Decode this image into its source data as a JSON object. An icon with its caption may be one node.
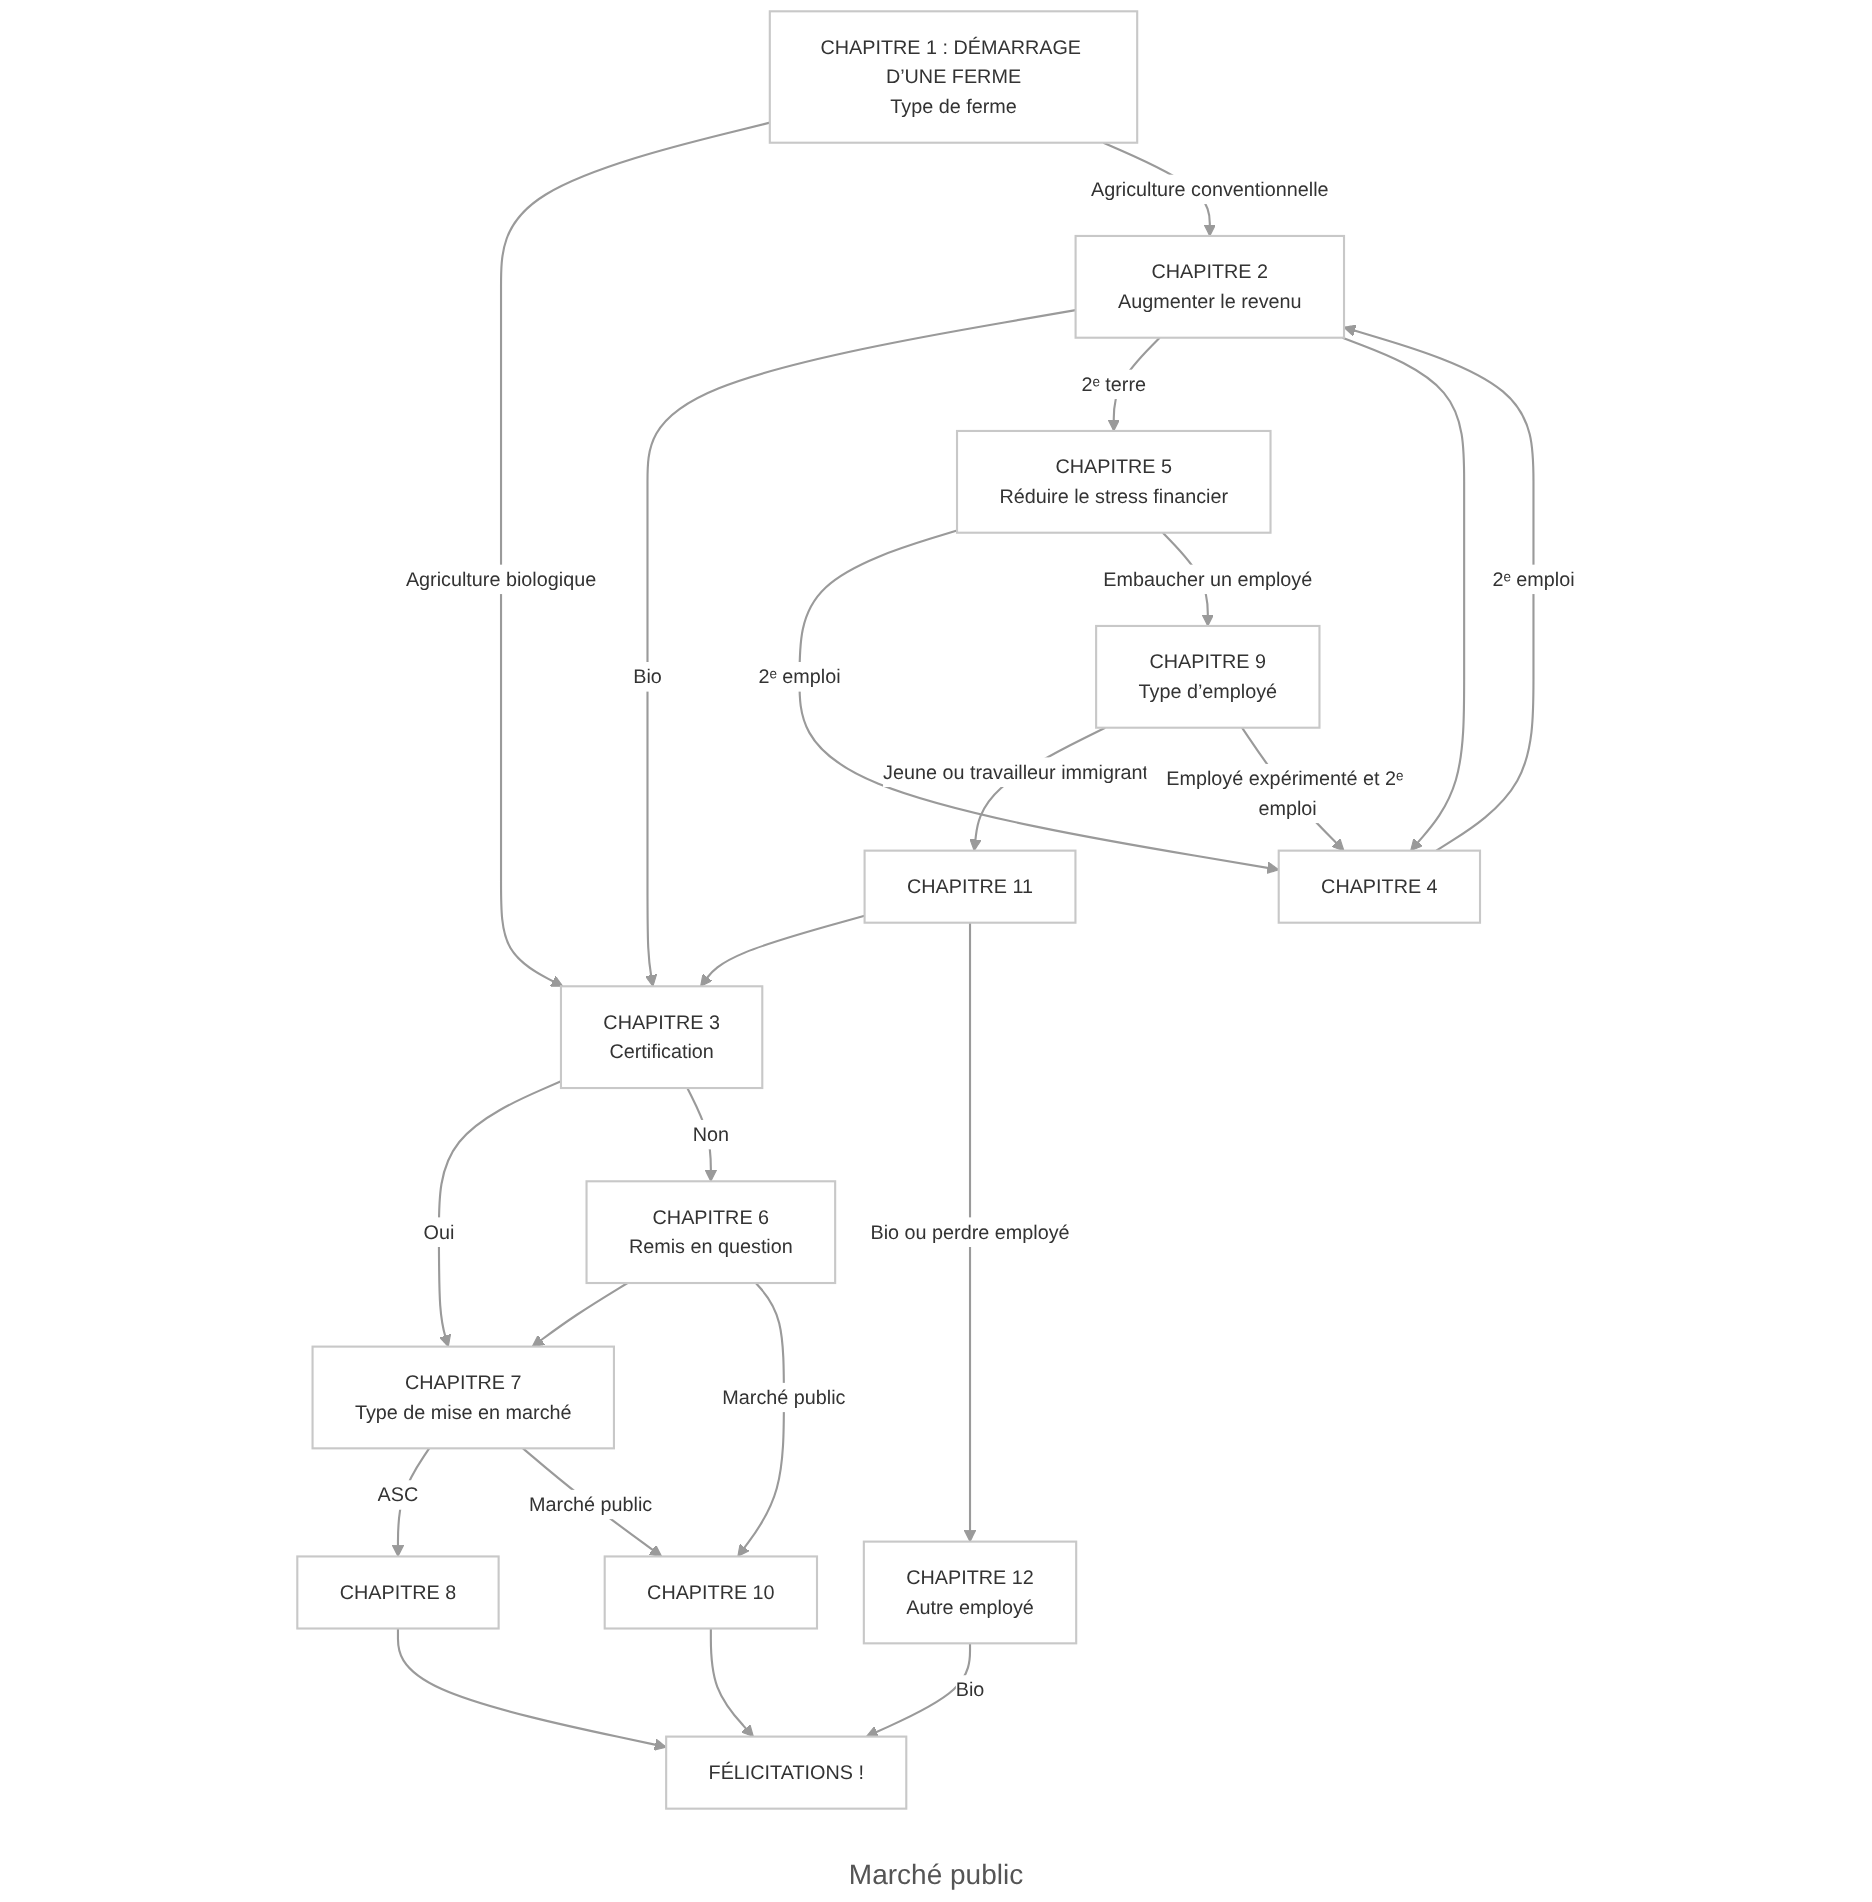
{
  "diagram": {
    "nodes": [
      {
        "text": [
          "CHAPITRE 1 : DÉMARRAGE D’UNE FERME",
          "Type de ferme"
        ]
      },
      {
        "text": [
          "CHAPITRE 3",
          "Certification"
        ]
      },
      {
        "text": [
          "CHAPITRE 7",
          "Type de mise en marché"
        ]
      },
      {
        "text": [
          "CHAPITRE 6",
          "Remis en question"
        ]
      },
      {
        "text": [
          "CHAPITRE 8"
        ]
      },
      {
        "text": [
          "CHAPITRE 10"
        ]
      },
      {
        "text": [
          "CHAPITRE 2",
          "Augmenter le revenu"
        ]
      },
      {
        "text": [
          "FÉLICITATIONS !"
        ]
      },
      {
        "text": [
          "CHAPITRE 5",
          "Réduire le stress financier"
        ]
      },
      {
        "text": [
          "CHAPITRE 4"
        ]
      },
      {
        "text": [
          "CHAPITRE 11"
        ]
      },
      {
        "text": [
          "CHAPITRE 9",
          "Type d’employé"
        ]
      },
      {
        "text": [
          "CHAPITRE 12",
          "Autre employé"
        ]
      }
    ],
    "edges": [
      {
        "from": 0,
        "to": 1,
        "arrow": "to",
        "label": "Agriculture biologique"
      },
      {
        "from": 0,
        "to": 6,
        "arrow": "to",
        "label": "Agriculture conventionnelle"
      },
      {
        "from": 6,
        "to": 1,
        "arrow": "to",
        "label": "Bio"
      },
      {
        "from": 1,
        "to": 2,
        "arrow": "to",
        "label": "Oui"
      },
      {
        "from": 1,
        "to": 3,
        "arrow": "to",
        "label": "Non"
      },
      {
        "from": 3,
        "to": 2,
        "arrow": "to"
      },
      {
        "from": 2,
        "to": 4,
        "arrow": "to",
        "label": "ASC"
      },
      {
        "from": 2,
        "to": 5,
        "arrow": "to",
        "label": "Marché public"
      },
      {
        "from": 3,
        "to": 5,
        "arrow": "to",
        "label": "Marché public"
      },
      {
        "from": 4,
        "to": 7,
        "arrow": "to"
      },
      {
        "from": 5,
        "to": 7,
        "arrow": "to"
      },
      {
        "from": 6,
        "to": 8,
        "arrow": "to",
        "label": "2ᵉ terre"
      },
      {
        "from": 6,
        "to": 9,
        "arrow": "to"
      },
      {
        "from": 9,
        "to": 6,
        "arrow": "to",
        "label": "2ᵉ emploi"
      },
      {
        "from": 8,
        "to": 9,
        "arrow": "to",
        "label": "2ᵉ emploi"
      },
      {
        "from": 8,
        "to": 11,
        "arrow": "to",
        "label": "Embaucher un employé"
      },
      {
        "from": 11,
        "to": 10,
        "arrow": "to",
        "label": "Jeune ou travailleur immigrant"
      },
      {
        "from": 11,
        "to": 9,
        "arrow": "to",
        "label": "Employé expérimenté et 2ᵉ emploi"
      },
      {
        "from": 10,
        "to": 1,
        "arrow": "to"
      },
      {
        "from": 10,
        "to": 12,
        "arrow": "to",
        "label": "Bio ou perdre employé"
      },
      {
        "from": 12,
        "to": 7,
        "arrow": "to",
        "label": "Bio"
      }
    ],
    "labels": [
      "Marché public"
    ]
  }
}
